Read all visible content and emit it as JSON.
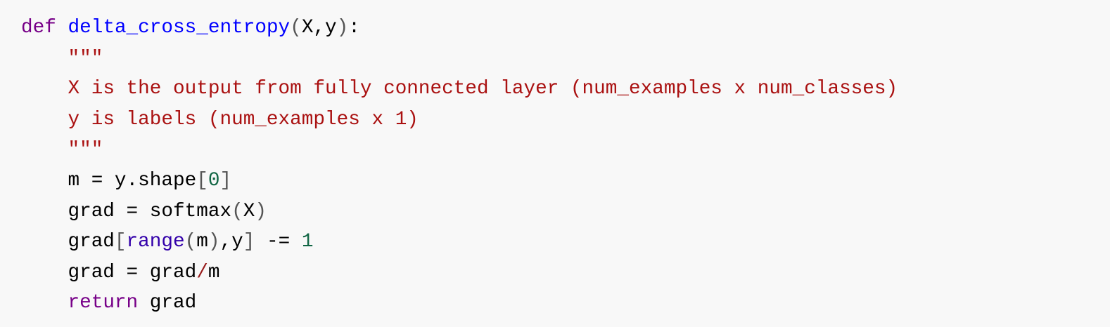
{
  "code_block": {
    "language": "python",
    "lines": [
      [
        [
          "keyword",
          "def"
        ],
        [
          "plain",
          " "
        ],
        [
          "def",
          "delta_cross_entropy"
        ],
        [
          "bracket",
          "("
        ],
        [
          "plain",
          "X,y"
        ],
        [
          "bracket",
          ")"
        ],
        [
          "plain",
          ":"
        ]
      ],
      [
        [
          "plain",
          "    "
        ],
        [
          "string",
          "\"\"\""
        ]
      ],
      [
        [
          "plain",
          "    "
        ],
        [
          "string",
          "X is the output from fully connected layer (num_examples x num_classes)"
        ]
      ],
      [
        [
          "plain",
          "    "
        ],
        [
          "string",
          "y is labels (num_examples x 1)"
        ]
      ],
      [
        [
          "plain",
          "    "
        ],
        [
          "string",
          "\"\"\""
        ]
      ],
      [
        [
          "plain",
          "    m = y.shape"
        ],
        [
          "bracket",
          "["
        ],
        [
          "number",
          "0"
        ],
        [
          "bracket",
          "]"
        ]
      ],
      [
        [
          "plain",
          "    grad = softmax"
        ],
        [
          "bracket",
          "("
        ],
        [
          "plain",
          "X"
        ],
        [
          "bracket",
          ")"
        ]
      ],
      [
        [
          "plain",
          "    grad"
        ],
        [
          "bracket",
          "["
        ],
        [
          "builtin",
          "range"
        ],
        [
          "bracket",
          "("
        ],
        [
          "plain",
          "m"
        ],
        [
          "bracket",
          ")"
        ],
        [
          "plain",
          ",y"
        ],
        [
          "bracket",
          "]"
        ],
        [
          "plain",
          " -= "
        ],
        [
          "number",
          "1"
        ]
      ],
      [
        [
          "plain",
          "    grad = grad"
        ],
        [
          "operator",
          "/"
        ],
        [
          "plain",
          "m"
        ]
      ],
      [
        [
          "plain",
          "    "
        ],
        [
          "keyword",
          "return"
        ],
        [
          "plain",
          " grad"
        ]
      ]
    ]
  },
  "colors": {
    "background": "#f8f8f8",
    "keyword": "#770088",
    "function_name": "#0000ff",
    "string": "#aa1111",
    "number": "#116644",
    "builtin": "#3300aa"
  }
}
